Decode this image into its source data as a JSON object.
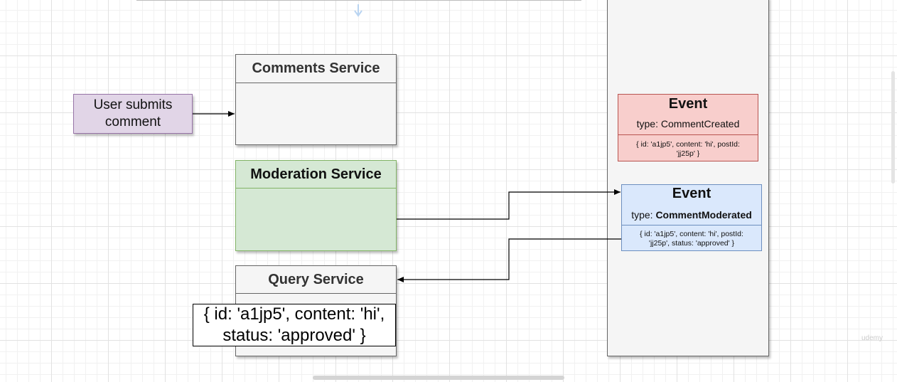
{
  "comments_service": {
    "title": "Comments Service"
  },
  "moderation_service": {
    "title": "Moderation Service"
  },
  "query_service": {
    "title": "Query Service",
    "data_line1": "{ id: 'a1jp5', content: 'hi',",
    "data_line2": "status: 'approved' }"
  },
  "user_action": {
    "line1": "User submits",
    "line2": "comment"
  },
  "event_created": {
    "title": "Event",
    "type_prefix": "type: ",
    "type_value": "CommentCreated",
    "payload_line1": "{ id: 'a1jp5', content: 'hi', postId:",
    "payload_line2": "'jj25p' }"
  },
  "event_moderated": {
    "title": "Event",
    "type_prefix": "type: ",
    "type_value": "CommentModerated",
    "payload_line1": "{ id: 'a1jp5', content: 'hi', postId:",
    "payload_line2": "'jj25p', status: 'approved' }"
  },
  "watermark": "udemy",
  "colors": {
    "user_fill": "#e1d5e7",
    "moderation_fill": "#d5e8d4",
    "event_created_fill": "#f8cecc",
    "event_moderated_fill": "#dae8fc",
    "service_fill": "#f5f5f5"
  }
}
